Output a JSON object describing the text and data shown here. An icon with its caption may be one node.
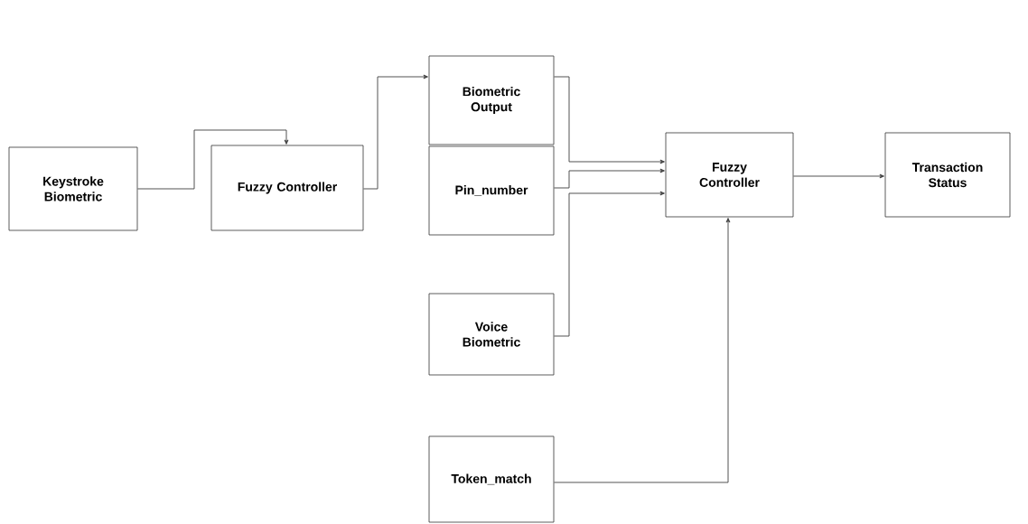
{
  "diagram": {
    "nodes": [
      {
        "text": [
          "Keystroke Biometric"
        ]
      },
      {
        "text": [
          "Fuzzy Controller"
        ]
      },
      {
        "text": [
          "Biometric Output"
        ]
      },
      {
        "text": [
          "Pin_number"
        ]
      },
      {
        "text": [
          "Voice Biometric"
        ]
      },
      {
        "text": [
          "Token_match"
        ]
      },
      {
        "text": [
          "Fuzzy Controller"
        ]
      },
      {
        "text": [
          "Transaction Status"
        ]
      }
    ],
    "edges": [
      {
        "from": 0,
        "to": 1,
        "arrow": "to"
      },
      {
        "from": 1,
        "to": 2,
        "arrow": "to"
      },
      {
        "from": 2,
        "to": 6,
        "arrow": "to"
      },
      {
        "from": 3,
        "to": 6,
        "arrow": "to"
      },
      {
        "from": 4,
        "to": 6,
        "arrow": "to"
      },
      {
        "from": 5,
        "to": 6,
        "arrow": "to"
      },
      {
        "from": 6,
        "to": 7,
        "arrow": "to"
      }
    ]
  }
}
